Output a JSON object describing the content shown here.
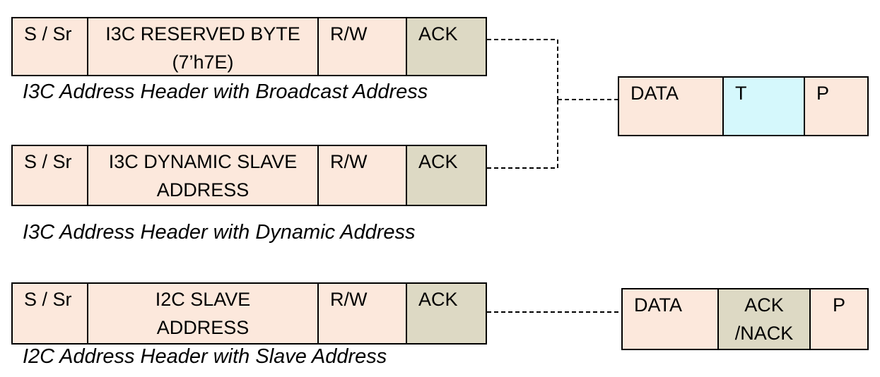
{
  "headers": [
    {
      "cells": [
        {
          "text": "S / Sr",
          "fill": "#fce8dc"
        },
        {
          "text": "I3C RESERVED BYTE\n(7’h7E)",
          "fill": "#fce8dc"
        },
        {
          "text": "R/W",
          "fill": "#fce8dc"
        },
        {
          "text": "ACK",
          "fill": "#ddd9c4"
        }
      ],
      "caption": "I3C Address Header with Broadcast Address"
    },
    {
      "cells": [
        {
          "text": "S / Sr",
          "fill": "#fce8dc"
        },
        {
          "text": "I3C DYNAMIC SLAVE\nADDRESS",
          "fill": "#fce8dc"
        },
        {
          "text": "R/W",
          "fill": "#fce8dc"
        },
        {
          "text": "ACK",
          "fill": "#ddd9c4"
        }
      ],
      "caption": "I3C Address Header with Dynamic Address"
    },
    {
      "cells": [
        {
          "text": "S / Sr",
          "fill": "#fce8dc"
        },
        {
          "text": "I2C SLAVE\nADDRESS",
          "fill": "#fce8dc"
        },
        {
          "text": "R/W",
          "fill": "#fce8dc"
        },
        {
          "text": "ACK",
          "fill": "#ddd9c4"
        }
      ],
      "caption": "I2C Address Header with Slave Address"
    }
  ],
  "i3c_data_frame": {
    "cells": [
      {
        "text": "DATA",
        "fill": "#fce8dc"
      },
      {
        "text": "T",
        "fill": "#d5f8fc"
      },
      {
        "text": "P",
        "fill": "#fce8dc"
      }
    ]
  },
  "i2c_data_frame": {
    "cells": [
      {
        "text": "DATA",
        "fill": "#fce8dc"
      },
      {
        "text": "ACK\n/NACK",
        "fill": "#ddd9c4"
      },
      {
        "text": "P",
        "fill": "#fce8dc"
      }
    ]
  },
  "connectors": [
    {
      "from": "I3C Address Header with Broadcast Address",
      "to": "i3c_data_frame",
      "style": "dashed"
    },
    {
      "from": "I3C Address Header with Dynamic Address",
      "to": "i3c_data_frame",
      "style": "dashed"
    },
    {
      "from": "I2C Address Header with Slave Address",
      "to": "i2c_data_frame",
      "style": "dashed"
    }
  ]
}
